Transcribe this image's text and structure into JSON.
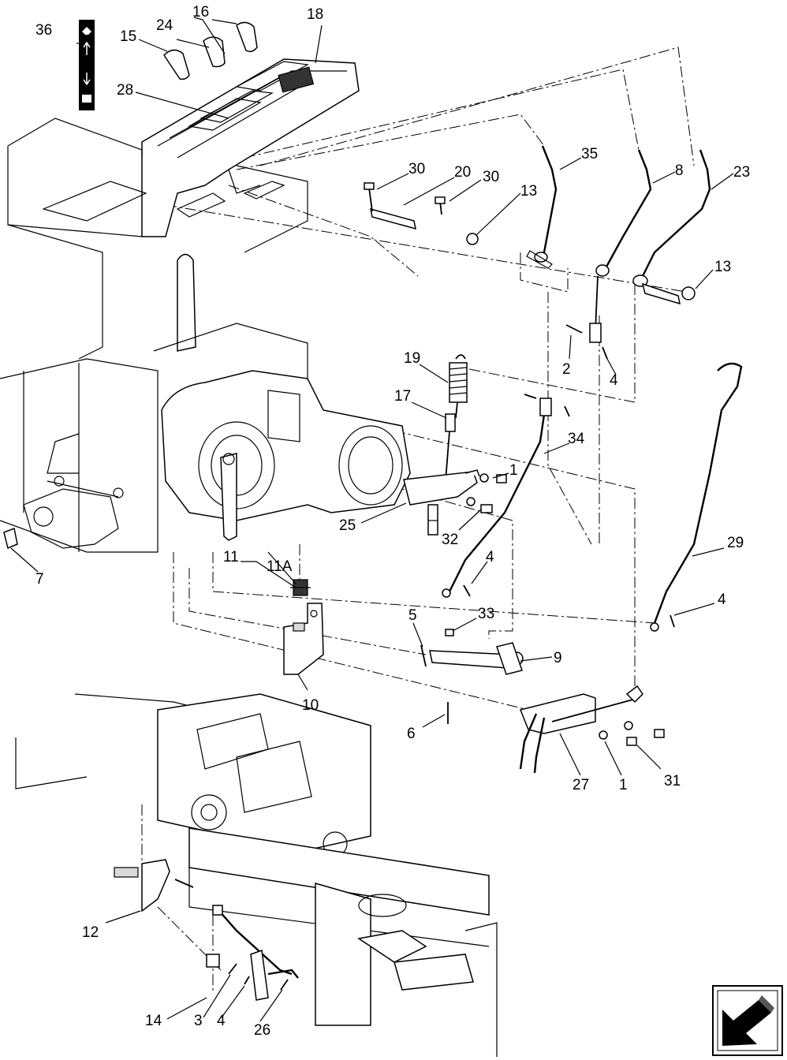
{
  "callouts": [
    {
      "id": "c36",
      "label": "36"
    },
    {
      "id": "c16",
      "label": "16"
    },
    {
      "id": "c18",
      "label": "18"
    },
    {
      "id": "c24",
      "label": "24"
    },
    {
      "id": "c15",
      "label": "15"
    },
    {
      "id": "c28",
      "label": "28"
    },
    {
      "id": "c35",
      "label": "35"
    },
    {
      "id": "c8",
      "label": "8"
    },
    {
      "id": "c23",
      "label": "23"
    },
    {
      "id": "c30a",
      "label": "30"
    },
    {
      "id": "c20",
      "label": "20"
    },
    {
      "id": "c30b",
      "label": "30"
    },
    {
      "id": "c13a",
      "label": "13"
    },
    {
      "id": "c13b",
      "label": "13"
    },
    {
      "id": "c2",
      "label": "2"
    },
    {
      "id": "c4a",
      "label": "4"
    },
    {
      "id": "c19",
      "label": "19"
    },
    {
      "id": "c17",
      "label": "17"
    },
    {
      "id": "c34",
      "label": "34"
    },
    {
      "id": "c1a",
      "label": "1"
    },
    {
      "id": "c25",
      "label": "25"
    },
    {
      "id": "c32",
      "label": "32"
    },
    {
      "id": "c29",
      "label": "29"
    },
    {
      "id": "c11",
      "label": "11"
    },
    {
      "id": "c11A",
      "label": "11A"
    },
    {
      "id": "c7",
      "label": "7"
    },
    {
      "id": "c4b",
      "label": "4"
    },
    {
      "id": "c4c",
      "label": "4"
    },
    {
      "id": "c5",
      "label": "5"
    },
    {
      "id": "c33",
      "label": "33"
    },
    {
      "id": "c9",
      "label": "9"
    },
    {
      "id": "c10",
      "label": "10"
    },
    {
      "id": "c6",
      "label": "6"
    },
    {
      "id": "c27",
      "label": "27"
    },
    {
      "id": "c1b",
      "label": "1"
    },
    {
      "id": "c31",
      "label": "31"
    },
    {
      "id": "c12",
      "label": "12"
    },
    {
      "id": "c14",
      "label": "14"
    },
    {
      "id": "c3",
      "label": "3"
    },
    {
      "id": "c4d",
      "label": "4"
    },
    {
      "id": "c26",
      "label": "26"
    }
  ],
  "icons": {
    "decal": "gear-range-decal-icon",
    "navigation": "back-arrow-icon"
  },
  "colors": {
    "line": "#000000",
    "background": "#ffffff"
  }
}
